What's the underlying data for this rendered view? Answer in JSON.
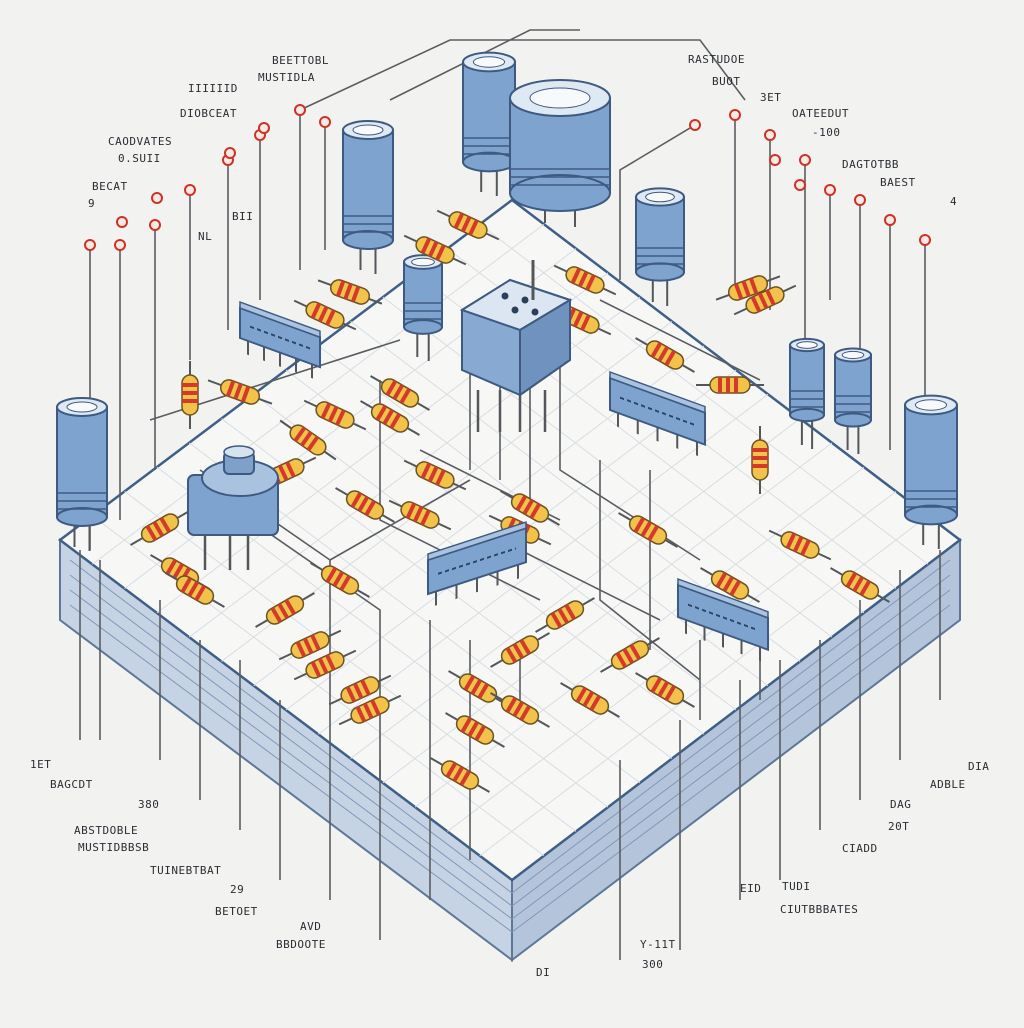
{
  "labels": {
    "top_left_1": "BEETTOBL",
    "top_left_2": "MUSTIDLA",
    "left_1": "DIOBCEAT",
    "left_2": "CAODVATES",
    "left_3": "0.SUII",
    "left_4": "BECAT",
    "left_5": "9",
    "left_small": "IIIIIID",
    "board_mark_1": "NL",
    "board_mark_2": "BII",
    "top_right_1": "RASTUDOE",
    "top_right_2": "BUOT",
    "top_right_3": "3ET",
    "right_1": "OATEEDUT",
    "right_2": "-100",
    "right_3": "DAGTOTBB",
    "right_4": "BAEST",
    "right_5": "4",
    "bottom_left_1": "1ET",
    "bottom_left_2": "BAGCDT",
    "bottom_left_3": "380",
    "bottom_left_4": "ABSTDOBLE",
    "bottom_left_5": "MUSTIDBBSB",
    "bottom_left_6": "TUINEBTBAT",
    "bottom_left_7": "29",
    "bottom_left_8": "BETOET",
    "bottom_left_9": "AVD",
    "bottom_left_10": "BBDOOTE",
    "bottom_center_1": "DI",
    "bottom_center_2": "Y-11T",
    "bottom_center_3": "300",
    "bottom_right_1": "EID",
    "bottom_right_2": "TUDI",
    "bottom_right_3": "CIUTBBBATES",
    "right_bottom_1": "DIA",
    "right_bottom_2": "ADBLE",
    "right_bottom_3": "DAG",
    "right_bottom_4": "20T",
    "right_bottom_5": "CIADD"
  },
  "colors": {
    "board_top": "#f5f6f4",
    "board_side": "#c9d6e6",
    "board_edge": "#6d87a8",
    "component_blue": "#7ea3cf",
    "component_dark": "#3e5a80",
    "resistor_body": "#f2c24a",
    "band_red": "#d23a2a",
    "wire": "#55565a",
    "node_red": "#cc3325"
  },
  "icons": [
    "capacitor-icon",
    "resistor-icon",
    "ic-chip-icon",
    "potentiometer-icon",
    "relay-icon"
  ]
}
